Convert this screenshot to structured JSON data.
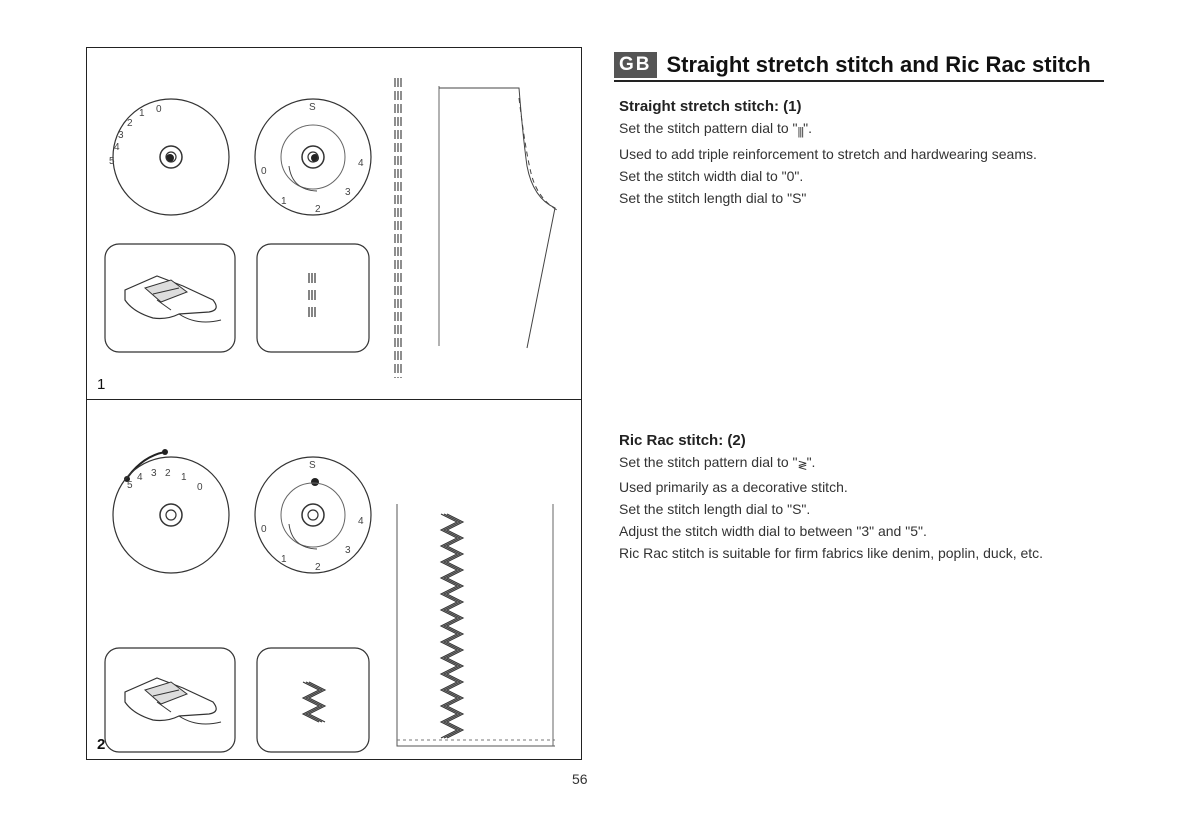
{
  "heading": {
    "badge": "GB",
    "title": "Straight stretch stitch and Ric Rac stitch"
  },
  "section1": {
    "title": "Straight stretch stitch: (1)",
    "pattern_line_before": "Set the stitch pattern dial to \"",
    "pattern_line_after": "\".",
    "pattern_symbol": "|||",
    "lines": [
      "Used to add triple reinforcement to stretch and hardwearing seams.",
      "Set the stitch width dial to \"0\".",
      "Set the stitch length dial to \"S\""
    ]
  },
  "section2": {
    "title": "Ric Rac stitch: (2)",
    "pattern_line_before": "Set the stitch pattern dial to \"",
    "pattern_line_after": "\".",
    "pattern_symbol": "≷",
    "lines": [
      "Used primarily as a decorative stitch.",
      "Set the stitch length dial to \"S\".",
      "Adjust the stitch width dial to between \"3\" and \"5\".",
      "Ric Rac stitch is suitable for firm fabrics like denim, poplin, duck, etc."
    ]
  },
  "figures": {
    "fig1_label": "1",
    "fig2_label": "2",
    "width_dial_numbers": [
      "5",
      "4",
      "3",
      "2",
      "1",
      "0"
    ],
    "length_dial_labels": [
      "S",
      "4",
      "3",
      "2",
      "1",
      "0"
    ]
  },
  "page_number": "56"
}
